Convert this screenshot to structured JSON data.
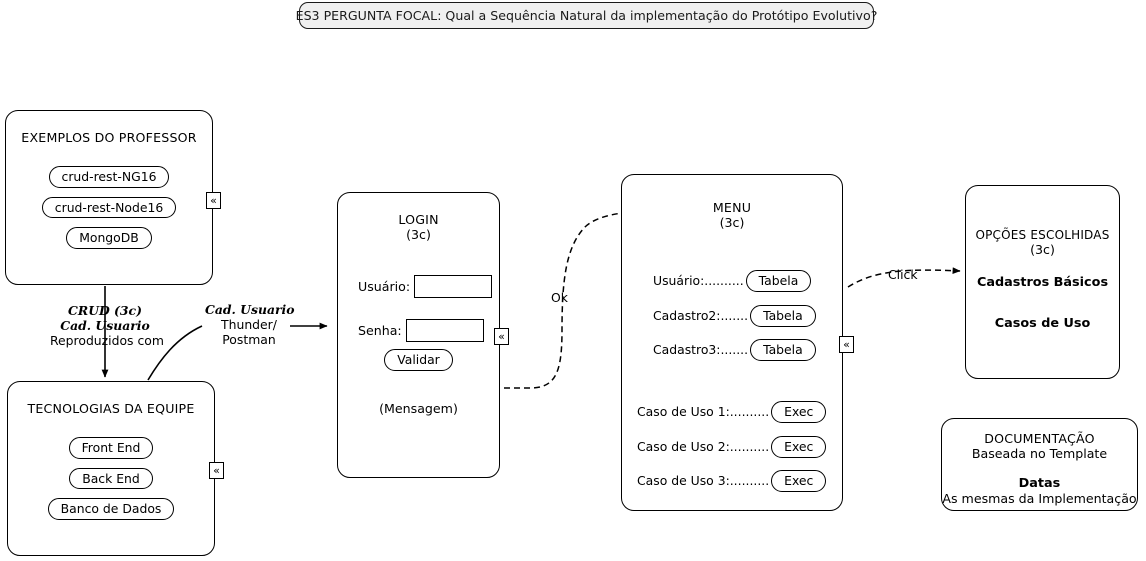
{
  "banner": {
    "text": "ES3 PERGUNTA FOCAL: Qual a Sequência Natural da implementação do Protótipo Evolutivo?"
  },
  "panels": {
    "professor": {
      "title": "EXEMPLOS DO PROFESSOR",
      "items": [
        "crud-rest-NG16",
        "crud-rest-Node16",
        "MongoDB"
      ]
    },
    "tecnologias": {
      "title": "TECNOLOGIAS DA EQUIPE",
      "items": [
        "Front End",
        "Back End",
        "Banco de Dados"
      ]
    },
    "login": {
      "title": "LOGIN",
      "subtitle": "(3c)",
      "fields": [
        {
          "label": "Usuário:",
          "value": ""
        },
        {
          "label": "Senha:",
          "value": ""
        }
      ],
      "button": "Validar",
      "message": "(Mensagem)"
    },
    "menu": {
      "title": "MENU",
      "subtitle": "(3c)",
      "cadastros": [
        {
          "label": "Usuário:..........",
          "action": "Tabela"
        },
        {
          "label": "Cadastro2:.......",
          "action": "Tabela"
        },
        {
          "label": "Cadastro3:.......",
          "action": "Tabela"
        }
      ],
      "casos": [
        {
          "label": "Caso de Uso 1:..........",
          "action": "Exec"
        },
        {
          "label": "Caso de Uso 2:..........",
          "action": "Exec"
        },
        {
          "label": "Caso de Uso 3:..........",
          "action": "Exec"
        }
      ]
    },
    "opcoes": {
      "title": "OPÇÕES ESCOLHIDAS",
      "subtitle": "(3c)",
      "option1": "Cadastros Básicos",
      "option2": "Casos de Uso"
    },
    "documentacao": {
      "title": "DOCUMENTAÇÃO",
      "subtitle": "Baseada no Template",
      "bold": "Datas",
      "detail": "As mesmas da Implementação"
    }
  },
  "edges": {
    "crud_line1": "CRUD (3c)",
    "crud_line2": "Cad. Usuario",
    "crud_line3": "Reproduzidos com",
    "cad_usuario": "Cad. Usuario",
    "thunder": "Thunder/",
    "postman": "Postman",
    "ok": "Ok",
    "click": "Click"
  },
  "badge": {
    "glyph": "«"
  },
  "colors": {
    "stroke": "#000000",
    "banner_fill": "#f0f0f0",
    "background": "#ffffff"
  }
}
